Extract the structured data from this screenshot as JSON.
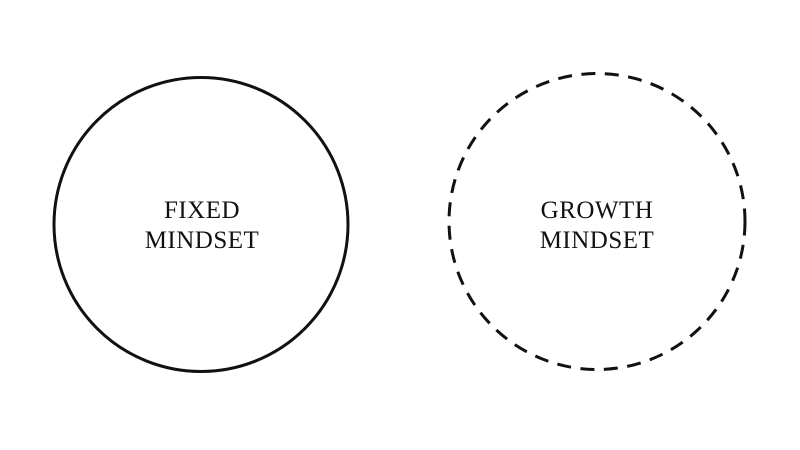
{
  "page": {
    "background_color": "#ffffff"
  },
  "diagram": {
    "stroke_color": "#111111",
    "text_color": "#111111",
    "circles": [
      {
        "id": "fixed-mindset",
        "line1": "FIXED",
        "line2": "MINDSET",
        "border_style": "solid"
      },
      {
        "id": "growth-mindset",
        "line1": "GROWTH",
        "line2": "MINDSET",
        "border_style": "dashed"
      }
    ]
  }
}
